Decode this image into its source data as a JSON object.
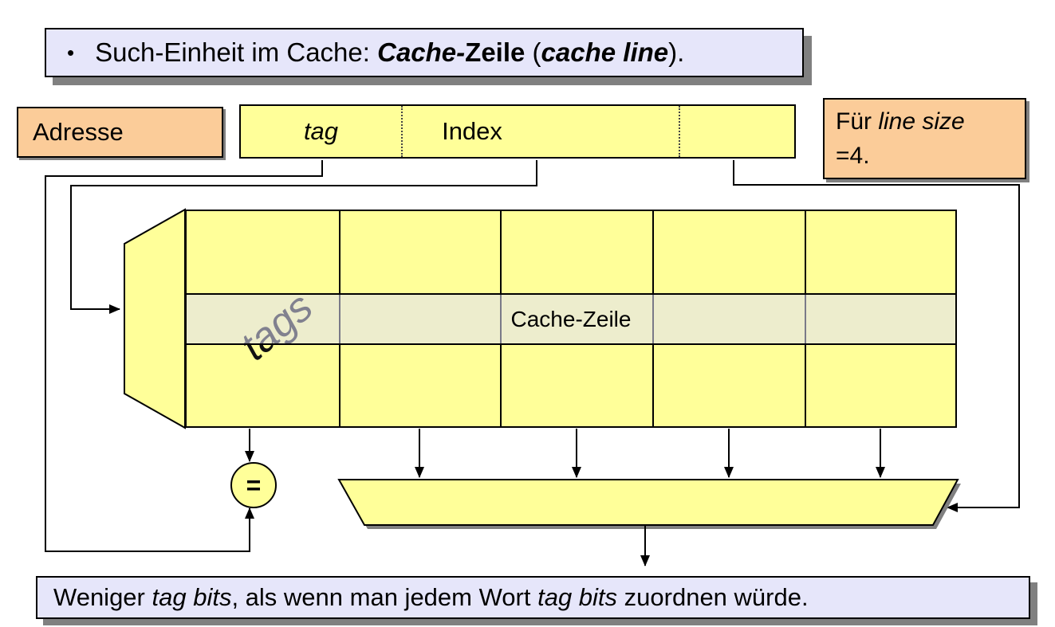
{
  "title": {
    "bullet": "•",
    "text_prefix": "Such-Einheit im Cache: ",
    "term_bold_italic": "Cache-",
    "term_bold": "Zeile",
    "paren_open": " (",
    "term_english_bold_italic": "cache line",
    "paren_close": ")."
  },
  "address": {
    "box_label": "Adresse",
    "field_tag": "tag",
    "field_index": "Index",
    "field_offset": ""
  },
  "line_size_note": {
    "prefix": "Für ",
    "italic": "line size",
    "line2": "=4."
  },
  "cache_array": {
    "tags_label": "tags",
    "row_label": "Cache-Zeile",
    "columns": 5,
    "rows": 3
  },
  "comparator": {
    "symbol": "="
  },
  "footer": {
    "prefix": "Weniger ",
    "italic1": "tag bits",
    "middle": ", als wenn man jedem Wort ",
    "italic2": "tag bits",
    "suffix": " zuordnen würde."
  },
  "colors": {
    "box_lavender": "#E6E6FA",
    "box_orange": "#FBCC99",
    "box_yellow": "#FFFF99",
    "highlight_row": "#EEEECD",
    "shadow_gray": "#808080",
    "border_black": "#000000"
  }
}
